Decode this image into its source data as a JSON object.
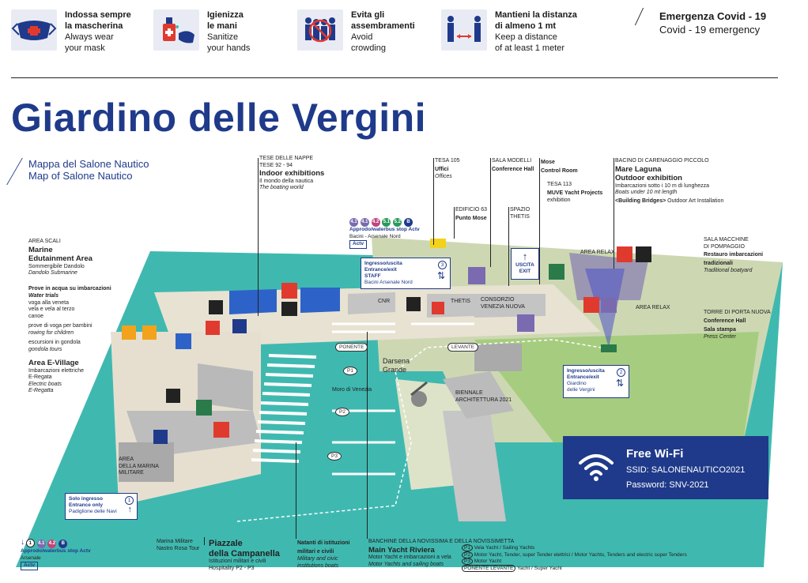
{
  "tips": [
    {
      "it": "Indossa sempre la mascherina",
      "en1": "Always wear",
      "en2": "your mask",
      "icon": "mask-icon"
    },
    {
      "it": "Igienizza le mani",
      "en1": "Sanitize",
      "en2": "your hands",
      "icon": "sanitize-hands-icon"
    },
    {
      "it": "Evita gli assembramenti",
      "en1": "Avoid",
      "en2": "crowding",
      "icon": "no-crowding-icon"
    },
    {
      "it": "Mantieni la distanza di almeno 1 mt",
      "en1": "Keep a distance",
      "en2": "of at least 1 meter",
      "icon": "keep-distance-icon"
    }
  ],
  "tip_it_lines": [
    [
      "Indossa sempre",
      "la mascherina"
    ],
    [
      "Igienizza",
      "le mani"
    ],
    [
      "Evita gli",
      "assembramenti"
    ],
    [
      "Mantieni la distanza",
      "di almeno 1 mt"
    ]
  ],
  "emergency": {
    "it": "Emergenza Covid - 19",
    "en": "Covid - 19 emergency"
  },
  "title": "Giardino delle Vergini",
  "map_title": {
    "it": "Mappa del Salone Nautico",
    "en": "Map of Salone Nautico"
  },
  "labels": {
    "tese_nappe": "TESE DELLE NAPPE",
    "tese_num": "TESE 92 - 94",
    "indoor": "Indoor exhibitions",
    "indoor_it": "Il mondo della nautica",
    "indoor_en": "The boating world",
    "tesa105": "TESA 105",
    "uffici": "Uffici",
    "offices": "Offices",
    "sala_modelli": "SALA MODELLI",
    "conf_hall": "Conference Hall",
    "mose": "Mose",
    "control_room": "Control Room",
    "tesa113": "TESA 113",
    "muve": "MUVE Yacht Projects",
    "exhibition": "exhibition",
    "bacino": "BACINO DI CARENAGGIO PICCOLO",
    "mare_laguna": "Mare Laguna",
    "outdoor": "Outdoor exhibition",
    "imbarc_10": "Imbarcazioni sotto i 10 m di lunghezza",
    "boats_10": "Boats under 10 mt length",
    "building_bridges": "<Building Bridges>",
    "outdoor_art": "Outdoor Art Installation",
    "edificio63": "EDIFICIO 63",
    "punto_mose": "Punto Mose",
    "spazio_thetis_1": "SPAZIO",
    "spazio_thetis_2": "THETIS",
    "area_scali": "AREA SCALI",
    "marine_edu_1": "Marine",
    "marine_edu_2": "Edutainment Area",
    "sommergibile": "Sommergibile Dandolo",
    "submarine": "Dandolo Submarine",
    "prove_acqua": "Prove in acqua su imbarcazioni",
    "water_trials": "Water trials",
    "voga1": "voga alla veneta",
    "voga2": "vela e vela al terzo",
    "voga3": "canoe",
    "prove_voga": "prove di voga per bambini",
    "rowing": "rowing for children",
    "escursioni": "escursioni in gondola",
    "gondola": "gondola tours",
    "area_evillage": "Area E-Village",
    "imb_elettriche": "Imbarcazioni elettriche",
    "eregata": "E-Regata",
    "electric_boats": "Electric boats",
    "eregatta": "E-Regatta",
    "sala_macchine_1": "SALA MACCHINE",
    "sala_macchine_2": "DI POMPAGGIO",
    "restauro": "Restauro imbarcazioni",
    "tradizionali": "tradizionali",
    "trad_boatyard": "Traditional boatyard",
    "torre_1": "TORRE DI PORTA NUOVA",
    "conf_hall2": "Conference Hall",
    "sala_stampa": "Sala stampa",
    "press_center": "Press Center",
    "area_relax": "AREA RELAX",
    "area_relax2": "AREA RELAX",
    "darsena": "Darsena",
    "grande": "Grande",
    "biennale_1": "BIENNALE",
    "biennale_2": "ARCHITETTURA 2021",
    "thetis": "THETIS",
    "consorzio_1": "CONSORZIO",
    "consorzio_2": "VENEZIA NUOVA",
    "cnr": "CNR",
    "moro": "Moro di Venezia",
    "area_marina_1": "AREA",
    "area_marina_2": "DELLA MARINA",
    "area_marina_3": "MILITARE",
    "marina_militare": "Marina Militare",
    "nastro_rosa": "Nastro Rosa Tour",
    "piazzale_1": "Piazzale",
    "piazzale_2": "della Campanella",
    "ist_militari": "Istituzioni militari e civili",
    "hospitality": "Hospitality P2 - P3",
    "natanti_1": "Natanti di istituzioni",
    "natanti_2": "militari e civili",
    "military_1": "Military and civic",
    "military_2": "institutions boats",
    "banchine": "BANCHINE DELLA NOVISSIMA E DELLA NOVISSIMETTA",
    "main_riviera": "Main Yacht Riviera",
    "riviera_it": "Motor Yacht e imbarcazioni a vela",
    "riviera_en": "Motor Yachts and sailing boats"
  },
  "signs": {
    "nord_1": "Ingresso/uscita",
    "nord_2": "Entrance/exit",
    "nord_3": "STAFF",
    "nord_4": "Bacini Arsenale Nord",
    "nord_num": "3",
    "verg_1": "Ingresso/uscita",
    "verg_2": "Entrance/exit",
    "verg_3": "Giardino",
    "verg_4": "delle Vergini",
    "verg_num": "2",
    "navi_1": "Solo ingresso",
    "navi_2": "Entrance only",
    "navi_3": "Padiglione delle Navi",
    "navi_num": "1",
    "uscita": "USCITA",
    "exit": "EXIT"
  },
  "stops_top": {
    "label": "Approdo/waterbus stop Actv",
    "sub": "Bacini - Arsenale Nord",
    "lines": [
      "4.1",
      "4.2",
      "5.1",
      "5.2",
      "B"
    ],
    "brand": "Actv"
  },
  "stops_bottom": {
    "label": "Approdo/waterbus stop Actv",
    "sub": "Arsenale",
    "lines": [
      "1",
      "4.1",
      "4.2",
      "B"
    ],
    "brand": "Actv"
  },
  "pins": {
    "ponente": "PONENTE",
    "levante": "LEVANTE",
    "p1": "P1",
    "p2": "P2",
    "p3": "P3"
  },
  "legend": [
    {
      "key": "P1",
      "text": "Vela Yacht / Sailing Yachts"
    },
    {
      "key": "P2",
      "text": "Motor Yacht, Tender, super Tender elettrici / Motor Yachts, Tenders and electric super Tenders"
    },
    {
      "key": "P3",
      "text": "Motor Yacht"
    },
    {
      "key": "PONENTE LEVANTE",
      "text": "Yacht / Super Yacht"
    }
  ],
  "wifi": {
    "title": "Free Wi-Fi",
    "ssid": "SSID: SALONENAUTICO2021",
    "password": "Password: SNV-2021",
    "icon": "wifi-icon"
  },
  "colors": {
    "navy": "#1f3a8a",
    "water": "#3fb9b0",
    "land": "#cdd8b3",
    "red": "#e03a2f",
    "purple": "#7a6bb0",
    "blue_building": "#2d63c8"
  }
}
